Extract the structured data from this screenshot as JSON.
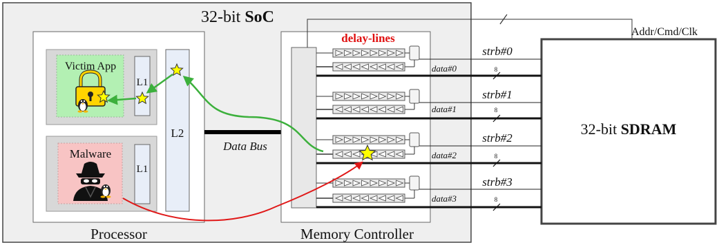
{
  "soc": {
    "title_prefix": "32-bit ",
    "title_bold": "SoC"
  },
  "processor": {
    "label": "Processor",
    "victim_app": {
      "label": "Victim App",
      "l1": "L1"
    },
    "malware": {
      "label": "Malware",
      "l1": "L1"
    },
    "l2": "L2"
  },
  "bus": {
    "label": "Data Bus"
  },
  "memory_controller": {
    "label": "Memory Controller",
    "delay_lines_label": "delay-lines"
  },
  "sdram": {
    "title_prefix": "32-bit ",
    "title_bold": "SDRAM"
  },
  "signals": {
    "addr_cmd_clk": "Addr/Cmd/Clk",
    "strobes": [
      "strb#0",
      "strb#1",
      "strb#2",
      "strb#3"
    ],
    "data": [
      "data#0",
      "data#1",
      "data#2",
      "data#3"
    ],
    "data_width": "8"
  },
  "colors": {
    "soc_fill": "#efefef",
    "victim_fill": "#b3f0b3",
    "malware_fill": "#f8c4c4",
    "l2_fill": "#e8eef8",
    "delay_line_fill": "#eaeaea",
    "delay_line_attacked_fill": "#d8d8d8",
    "green_arrow": "#3cb03c",
    "red_arrow": "#e01818",
    "delay_label": "#e01010",
    "star_fill": "#ffff00",
    "lock_fill": "#ffd400"
  },
  "icons": {
    "lock": "lock-icon",
    "star": "star-icon",
    "spy": "spy-icon",
    "penguin": "linux-penguin-icon"
  }
}
